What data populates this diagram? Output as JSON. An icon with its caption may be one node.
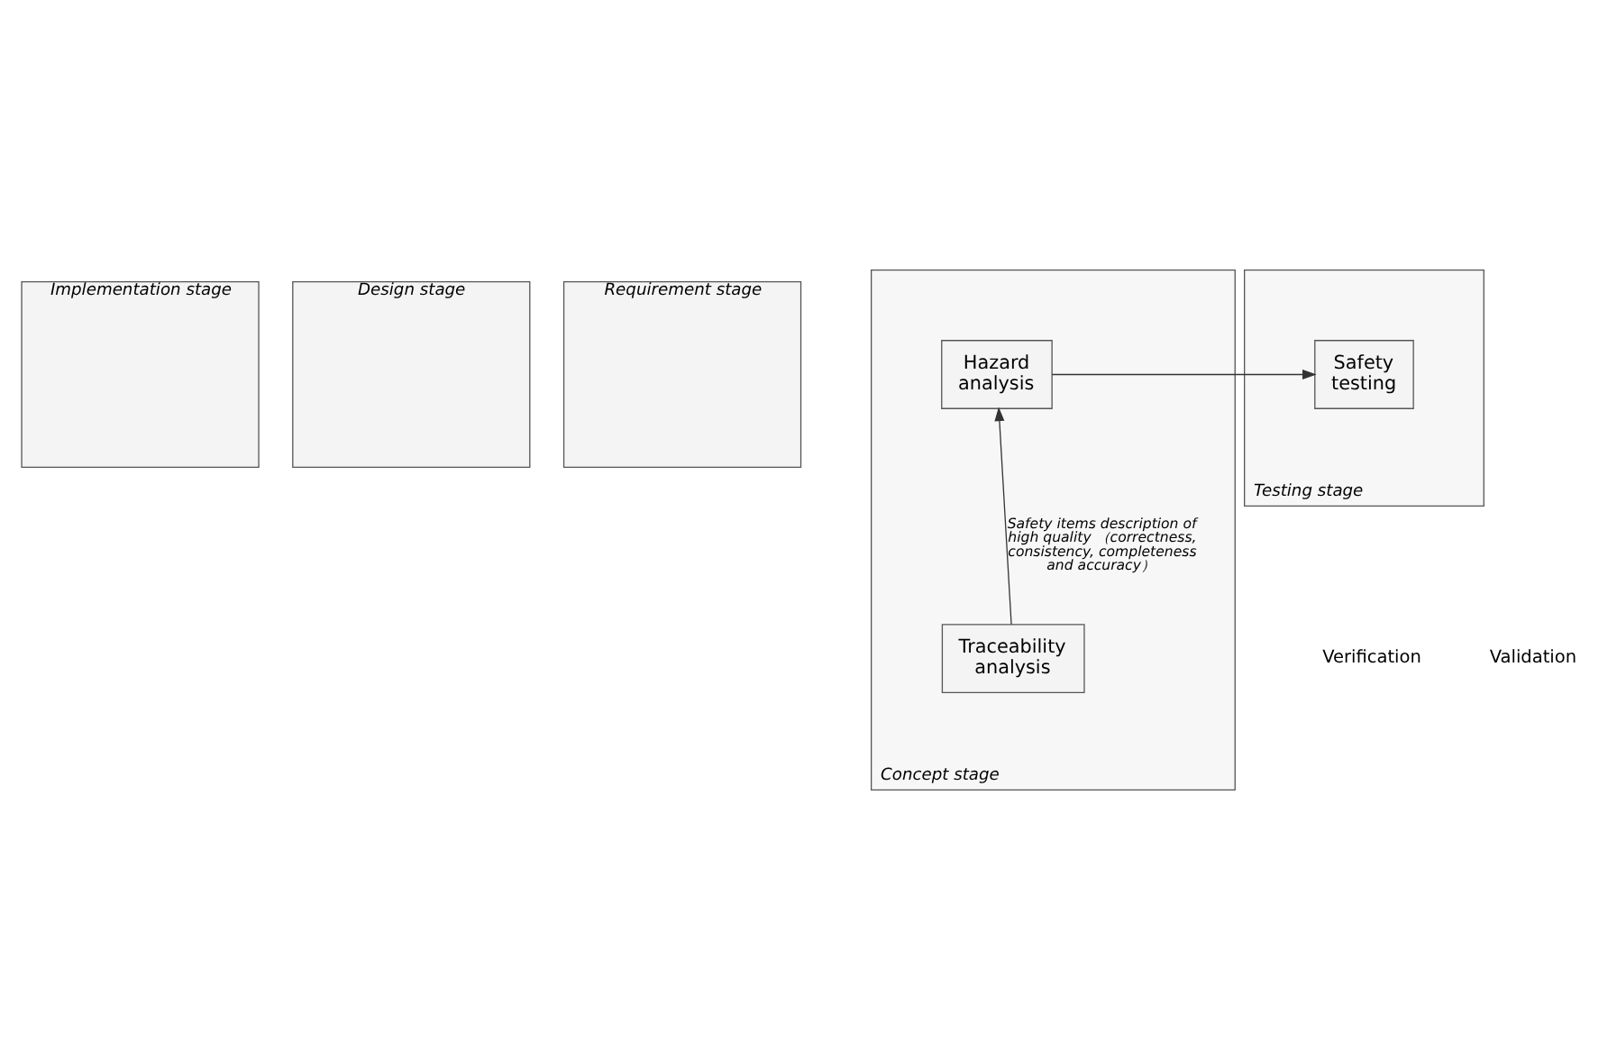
{
  "diagram": {
    "nodes": [
      {
        "text": [
          "Implementation stage"
        ]
      },
      {
        "text": [
          "Design stage"
        ]
      },
      {
        "text": [
          "Requirement stage"
        ]
      },
      {
        "text": [
          "Concept stage"
        ]
      },
      {
        "text": [
          "Hazard analysis"
        ],
        "in": 3
      },
      {
        "text": [
          "Traceability analysis"
        ],
        "in": 3
      },
      {
        "text": [
          "Testing stage"
        ]
      },
      {
        "text": [
          "Safety testing"
        ],
        "in": 6
      }
    ],
    "edges": [
      {
        "from": 5,
        "to": 4,
        "arrow": "to",
        "label": "Safety items description of high quality （correctness, consistency, completeness and accuracy）"
      },
      {
        "from": 4,
        "to": 7,
        "arrow": "to"
      }
    ],
    "labels": [
      "Verification",
      "Validation"
    ]
  }
}
